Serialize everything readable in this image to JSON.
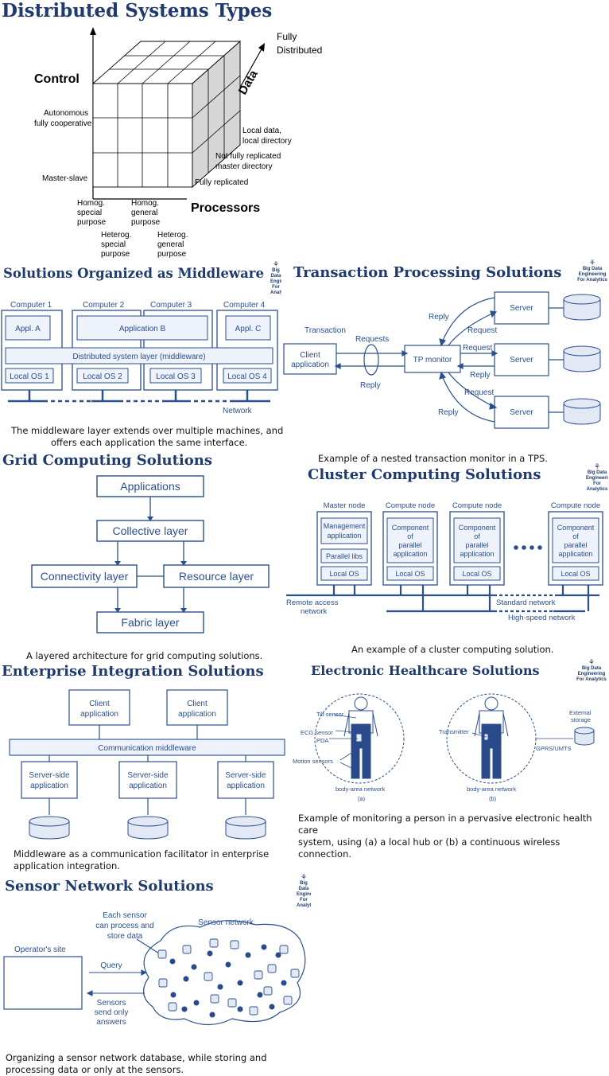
{
  "title": "Distributed Systems Types",
  "cube": {
    "fully_distributed": [
      "Fully",
      "Distributed"
    ],
    "control": "Control",
    "data": "Data",
    "processors": "Processors",
    "autonomous": [
      "Autonomous",
      "fully cooperative"
    ],
    "master_slave": "Master-slave",
    "local_data": [
      "Local data,",
      "local directory"
    ],
    "not_fully": [
      "Not fully replicated",
      "master directory"
    ],
    "fully_replicated": "Fully replicated",
    "homog_special": [
      "Homog.",
      "special",
      "purpose"
    ],
    "homog_general": [
      "Homog.",
      "general",
      "purpose"
    ],
    "heterog_special": [
      "Heterog.",
      "special",
      "purpose"
    ],
    "heterog_general": [
      "Heterog.",
      "general",
      "purpose"
    ]
  },
  "middleware": {
    "title": "Solutions Organized as Middleware",
    "computers": [
      "Computer 1",
      "Computer 2",
      "Computer 3",
      "Computer 4"
    ],
    "apps": [
      "Appl. A",
      "Application B",
      "Appl. C"
    ],
    "layer": "Distributed system layer (middleware)",
    "oses": [
      "Local OS 1",
      "Local OS 2",
      "Local OS 3",
      "Local OS 4"
    ],
    "network": "Network",
    "caption": [
      "The middleware layer extends over multiple machines, and",
      "offers each  application the same interface."
    ]
  },
  "transaction": {
    "title": "Transaction Processing Solutions",
    "client": [
      "Client",
      "application"
    ],
    "monitor": "TP monitor",
    "server": "Server",
    "transaction": "Transaction",
    "requests": "Requests",
    "request": "Request",
    "reply": "Reply",
    "caption": "Example of a nested transaction monitor in a TPS."
  },
  "grid": {
    "title": "Grid Computing Solutions",
    "applications": "Applications",
    "collective": "Collective layer",
    "connectivity": "Connectivity layer",
    "resource": "Resource layer",
    "fabric": "Fabric layer",
    "caption": "A layered architecture for grid computing solutions."
  },
  "cluster": {
    "title": "Cluster Computing Solutions",
    "master": "Master node",
    "compute": "Compute node",
    "management": [
      "Management",
      "application"
    ],
    "parallel_libs": "Parallel libs",
    "component": [
      "Component",
      "of",
      "parallel",
      "application"
    ],
    "local_os": "Local OS",
    "remote": [
      "Remote access",
      "network"
    ],
    "standard": "Standard network",
    "high_speed": "High-speed network",
    "caption": "An example of a cluster computing solution."
  },
  "enterprise": {
    "title": "Enterprise Integration Solutions",
    "client": [
      "Client",
      "application"
    ],
    "middleware": "Communication middleware",
    "server": [
      "Server-side",
      "application"
    ],
    "caption": [
      "Middleware as a communication facilitator in enterprise",
      "application integration."
    ]
  },
  "healthcare": {
    "title": "Electronic Healthcare Solutions",
    "tilt": "Tilt sensor",
    "ecg": "ECG sensor",
    "pda": "PDA",
    "motion": "Motion sensors",
    "transmitter": "Transmitter",
    "external": [
      "External",
      "storage"
    ],
    "gprs": "GPRS/UMTS",
    "body_area": "body-area network",
    "label_a": "(a)",
    "label_b": "(b)",
    "caption": [
      "Example of monitoring a person in a pervasive electronic health care",
      "system, using (a) a local hub or  (b) a continuous wireless connection."
    ]
  },
  "sensor": {
    "title": "Sensor Network Solutions",
    "operator": "Operator's site",
    "each": [
      "Each sensor",
      "can process and",
      "store data"
    ],
    "network": "Sensor network",
    "query": "Query",
    "sensors_send": [
      "Sensors",
      "send only",
      "answers"
    ],
    "caption": [
      "Organizing a sensor network database, while storing and",
      "processing data or only at the sensors."
    ]
  },
  "logo": [
    "Big Data",
    "Engineering",
    "For Analytics"
  ],
  "colors": {
    "title": "#1f3a6e",
    "diagram": "#2b4f8f",
    "fill": "#e2e9f5",
    "box": "#eef2fa",
    "dark_cell": "#2a4a8c"
  }
}
